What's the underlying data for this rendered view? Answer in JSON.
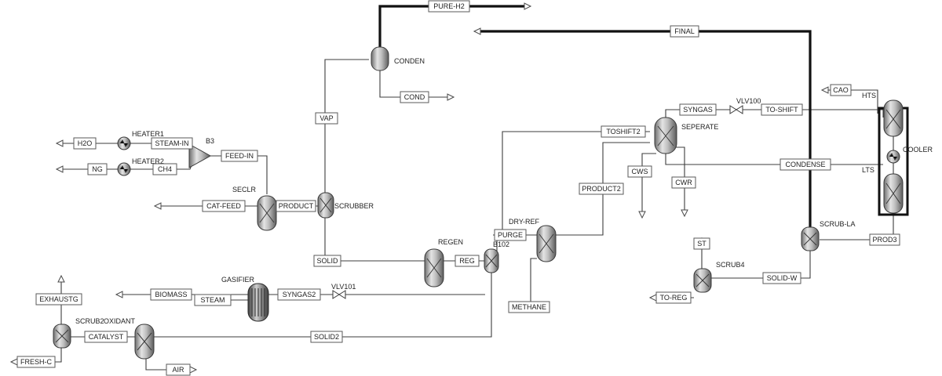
{
  "streams": {
    "h2o": "H2O",
    "ng": "NG",
    "steam_in": "STEAM-IN",
    "ch4": "CH4",
    "feed_in": "FEED-IN",
    "cat_feed": "CAT-FEED",
    "product": "PRODUCT",
    "vap": "VAP",
    "solid": "SOLID",
    "pure_h2": "PURE-H2",
    "cond": "COND",
    "final": "FINAL",
    "reg": "REG",
    "purge": "PURGE",
    "methane": "METHANE",
    "product2": "PRODUCT2",
    "toshift2": "TOSHIFT2",
    "syngas": "SYNGAS",
    "to_shift": "TO-SHIFT",
    "cws": "CWS",
    "cwr": "CWR",
    "condense": "CONDENSE",
    "cao": "CAO",
    "prod3": "PROD3",
    "solid_w": "SOLID-W",
    "st": "ST",
    "to_reg": "TO-REG",
    "biomass": "BIOMASS",
    "steam_g": "STEAM",
    "syngas2": "SYNGAS2",
    "exhaustg": "EXHAUSTG",
    "catalyst": "CATALYST",
    "solid2": "SOLID2",
    "fresh_c": "FRESH-C",
    "air": "AIR"
  },
  "blocks": {
    "heater1": "HEATER1",
    "heater2": "HEATER2",
    "b3": "B3",
    "seclr": "SECLR",
    "scrubber": "SCRUBBER",
    "conden": "CONDEN",
    "regen": "REGEN",
    "b102": "B102",
    "dry_ref": "DRY-REF",
    "seperate": "SEPERATE",
    "vlv100": "VLV100",
    "hts": "HTS",
    "cooler": "COOLER",
    "lts": "LTS",
    "scrub_la": "SCRUB-LA",
    "scrub4": "SCRUB4",
    "gasifier": "GASIFIER",
    "vlv101": "VLV101",
    "scrub2": "SCRUB2",
    "oxidant": "OXIDANT"
  }
}
